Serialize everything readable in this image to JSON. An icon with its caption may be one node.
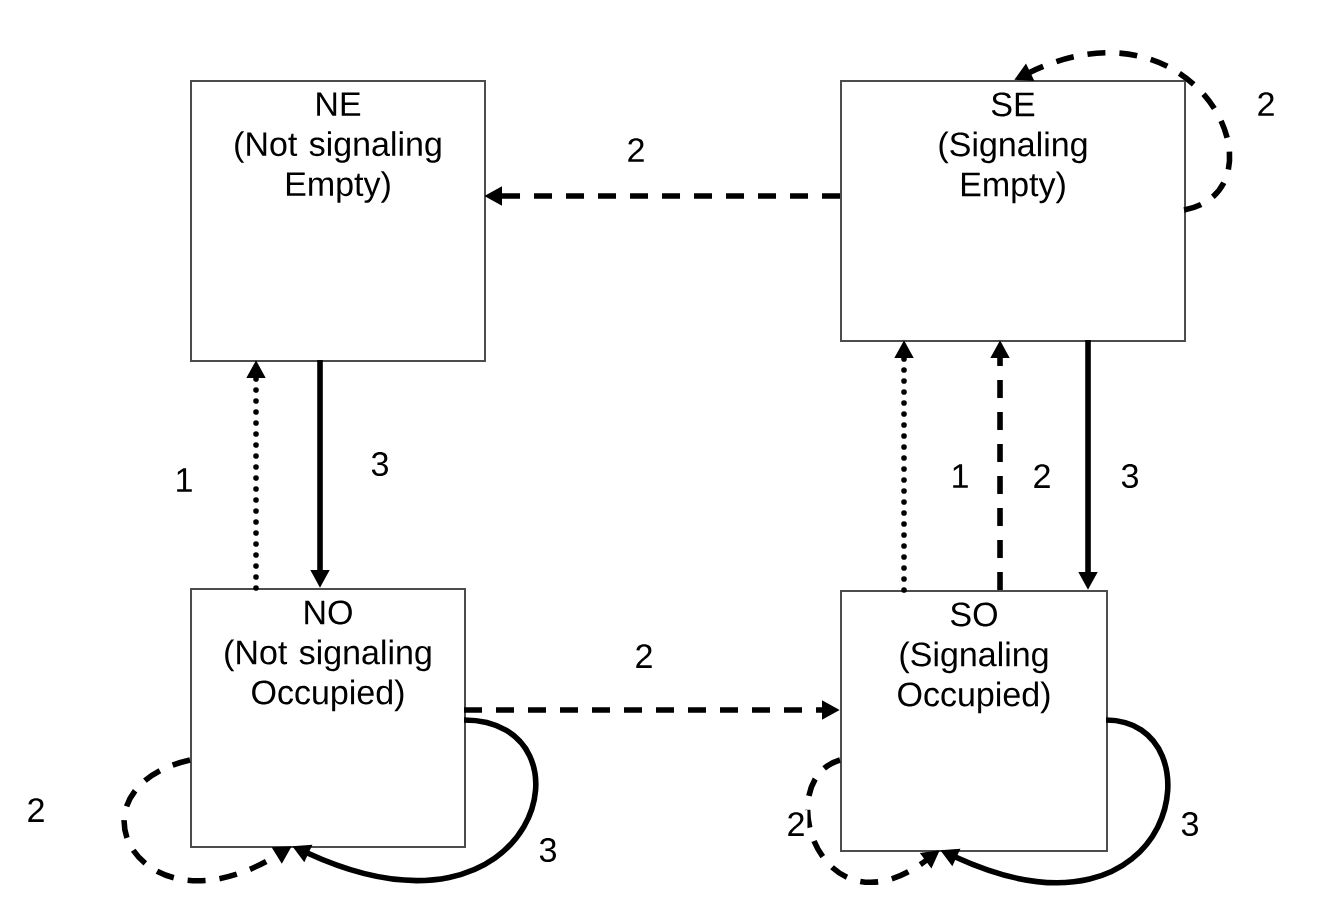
{
  "diagram": {
    "nodes": [
      {
        "text": [
          "NE",
          "(Not signaling Empty)"
        ]
      },
      {
        "text": [
          "SE",
          "(Signaling Empty)"
        ]
      },
      {
        "text": [
          "NO",
          "(Not signaling Occupied)"
        ]
      },
      {
        "text": [
          "SO",
          "(Signaling Occupied)"
        ]
      }
    ],
    "edges": [
      {
        "from": 1,
        "to": 0,
        "arrow": "to",
        "style": "dashed",
        "label": "2"
      },
      {
        "from": 1,
        "to": 1,
        "arrow": "to",
        "style": "dashed",
        "label": "2"
      },
      {
        "from": 2,
        "to": 0,
        "arrow": "to",
        "style": "dashed",
        "label": "1"
      },
      {
        "from": 0,
        "to": 2,
        "arrow": "to",
        "label": "3"
      },
      {
        "from": 2,
        "to": 3,
        "arrow": "to",
        "style": "dashed",
        "label": "2"
      },
      {
        "from": 2,
        "to": 2,
        "arrow": "to",
        "style": "dashed",
        "label": "2"
      },
      {
        "from": 2,
        "to": 2,
        "arrow": "to",
        "label": "3"
      },
      {
        "from": 3,
        "to": 1,
        "arrow": "to",
        "style": "dashed",
        "label": "1"
      },
      {
        "from": 3,
        "to": 1,
        "arrow": "to",
        "style": "dashed",
        "label": "2"
      },
      {
        "from": 1,
        "to": 3,
        "arrow": "to",
        "label": "3"
      },
      {
        "from": 3,
        "to": 3,
        "arrow": "to",
        "style": "dashed",
        "label": "2"
      },
      {
        "from": 3,
        "to": 3,
        "arrow": "to",
        "label": "3"
      }
    ]
  }
}
